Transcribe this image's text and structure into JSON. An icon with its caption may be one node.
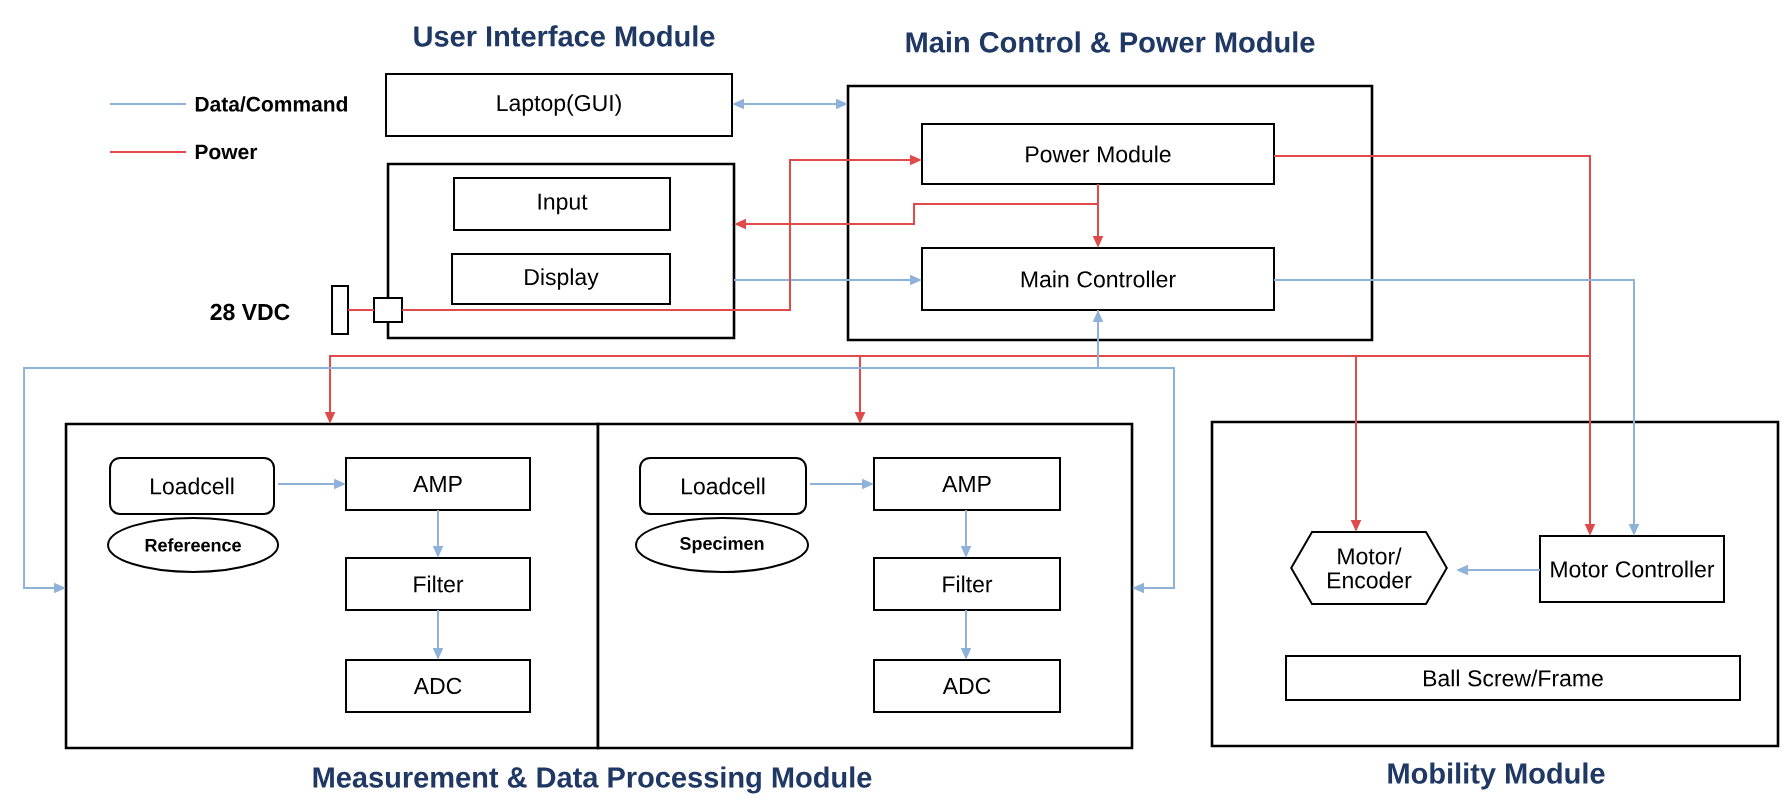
{
  "diagram": {
    "nodes": [
      {
        "text": [
          "Laptop(GUI)"
        ]
      },
      {
        "text": [
          "Main Control & Power Module"
        ]
      },
      {
        "text": [
          "Power Module"
        ],
        "in": 1
      },
      {
        "text": [
          "Main Controller"
        ],
        "in": 1
      },
      {
        "text": [],
        "shape": "box"
      },
      {
        "text": [
          "Input"
        ],
        "in": 4
      },
      {
        "text": [
          "Display"
        ],
        "in": 4
      },
      {
        "text": [],
        "shape": "box"
      },
      {
        "text": [],
        "shape": "bar",
        "beside": [
          "28 VDC"
        ]
      },
      {
        "text": [],
        "shape": "box"
      },
      {
        "text": [
          "Loadcell"
        ],
        "in": 9
      },
      {
        "text": [
          "Refereence"
        ],
        "in": 9
      },
      {
        "text": [
          "AMP"
        ],
        "in": 9
      },
      {
        "text": [
          "Filter"
        ],
        "in": 9
      },
      {
        "text": [
          "ADC"
        ],
        "in": 9
      },
      {
        "text": [],
        "shape": "box"
      },
      {
        "text": [
          "Loadcell"
        ],
        "in": 15
      },
      {
        "text": [
          "Specimen"
        ],
        "in": 15
      },
      {
        "text": [
          "AMP"
        ],
        "in": 15
      },
      {
        "text": [
          "Filter"
        ],
        "in": 15
      },
      {
        "text": [
          "ADC"
        ],
        "in": 15
      },
      {
        "text": [
          "Mobility Module"
        ]
      },
      {
        "text": [
          "Motor/ Encoder"
        ],
        "in": 21
      },
      {
        "text": [
          "Motor Controller"
        ],
        "in": 21
      },
      {
        "text": [
          "Ball Screw/Frame"
        ],
        "in": 21
      }
    ],
    "edges": [
      {
        "from": 0,
        "to": 1,
        "arrow": "both"
      },
      {
        "from": 2,
        "to": 3,
        "arrow": "to",
        "color": "#e04a4a"
      },
      {
        "from": 2,
        "to": 4,
        "arrow": "to",
        "color": "#e04a4a"
      },
      {
        "from": 4,
        "to": 3,
        "arrow": "to"
      },
      {
        "from": 8,
        "to": 7,
        "arrow": "none",
        "color": "#e04a4a"
      },
      {
        "from": 7,
        "to": 2,
        "arrow": "to",
        "color": "#e04a4a"
      },
      {
        "from": 2,
        "to": 23,
        "arrow": "to",
        "color": "#e04a4a"
      },
      {
        "from": 2,
        "to": 9,
        "arrow": "to",
        "color": "#e04a4a"
      },
      {
        "from": 2,
        "to": 15,
        "arrow": "to",
        "color": "#e04a4a"
      },
      {
        "from": 2,
        "to": 22,
        "arrow": "to",
        "color": "#e04a4a"
      },
      {
        "from": 3,
        "to": 23,
        "arrow": "to"
      },
      {
        "from": 9,
        "to": 3,
        "arrow": "both"
      },
      {
        "from": 3,
        "to": 15,
        "arrow": "to"
      },
      {
        "from": 10,
        "to": 12,
        "arrow": "to"
      },
      {
        "from": 12,
        "to": 13,
        "arrow": "to"
      },
      {
        "from": 13,
        "to": 14,
        "arrow": "to"
      },
      {
        "from": 16,
        "to": 18,
        "arrow": "to"
      },
      {
        "from": 18,
        "to": 19,
        "arrow": "to"
      },
      {
        "from": 19,
        "to": 20,
        "arrow": "to"
      },
      {
        "from": 23,
        "to": 22,
        "arrow": "to"
      }
    ],
    "labels": [
      "User Interface Module",
      "Measurement & Data Processing Module"
    ],
    "legend": [
      {
        "text": "Data/Command"
      },
      {
        "text": "Power"
      }
    ]
  }
}
